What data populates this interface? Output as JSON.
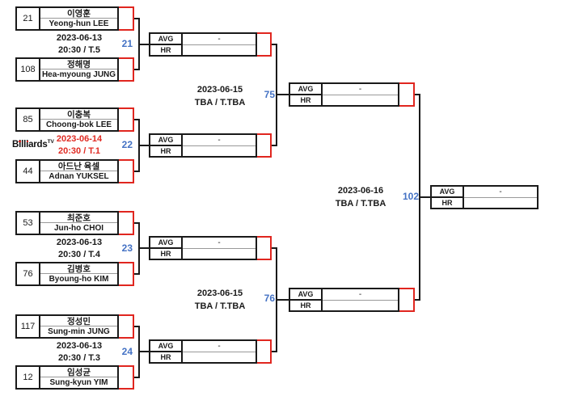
{
  "logo": {
    "text": "Billiards",
    "sup": "TV"
  },
  "stats": {
    "avg_label": "AVG",
    "hr_label": "HR",
    "avg_value": "-",
    "hr_value": ""
  },
  "colors": {
    "accent_red": "#e0261f",
    "match_number_blue": "#4472c4",
    "line_black": "#1a1a1a"
  },
  "round1": [
    {
      "match_no": "21",
      "date": "2023-06-13",
      "time": "20:30 / T.5",
      "p1": {
        "seed": "21",
        "name_kr": "이영훈",
        "name_en": "Yeong-hun LEE"
      },
      "p2": {
        "seed": "108",
        "name_kr": "정해명",
        "name_en": "Hea-myoung JUNG"
      }
    },
    {
      "match_no": "22",
      "date": "2023-06-14",
      "time": "20:30 / T.1",
      "p1": {
        "seed": "85",
        "name_kr": "이충복",
        "name_en": "Choong-bok LEE"
      },
      "p2": {
        "seed": "44",
        "name_kr": "아드난 육셀",
        "name_en": "Adnan YUKSEL"
      }
    },
    {
      "match_no": "23",
      "date": "2023-06-13",
      "time": "20:30 / T.4",
      "p1": {
        "seed": "53",
        "name_kr": "최준호",
        "name_en": "Jun-ho CHOI"
      },
      "p2": {
        "seed": "76",
        "name_kr": "김병호",
        "name_en": "Byoung-ho KIM"
      }
    },
    {
      "match_no": "24",
      "date": "2023-06-13",
      "time": "20:30 / T.3",
      "p1": {
        "seed": "117",
        "name_kr": "정성민",
        "name_en": "Sung-min JUNG"
      },
      "p2": {
        "seed": "12",
        "name_kr": "임성균",
        "name_en": "Sung-kyun YIM"
      }
    }
  ],
  "semifinals": [
    {
      "match_no": "75",
      "date": "2023-06-15",
      "time": "TBA / T.TBA"
    },
    {
      "match_no": "76",
      "date": "2023-06-15",
      "time": "TBA / T.TBA"
    }
  ],
  "final": {
    "match_no": "102",
    "date": "2023-06-16",
    "time": "TBA / T.TBA"
  }
}
